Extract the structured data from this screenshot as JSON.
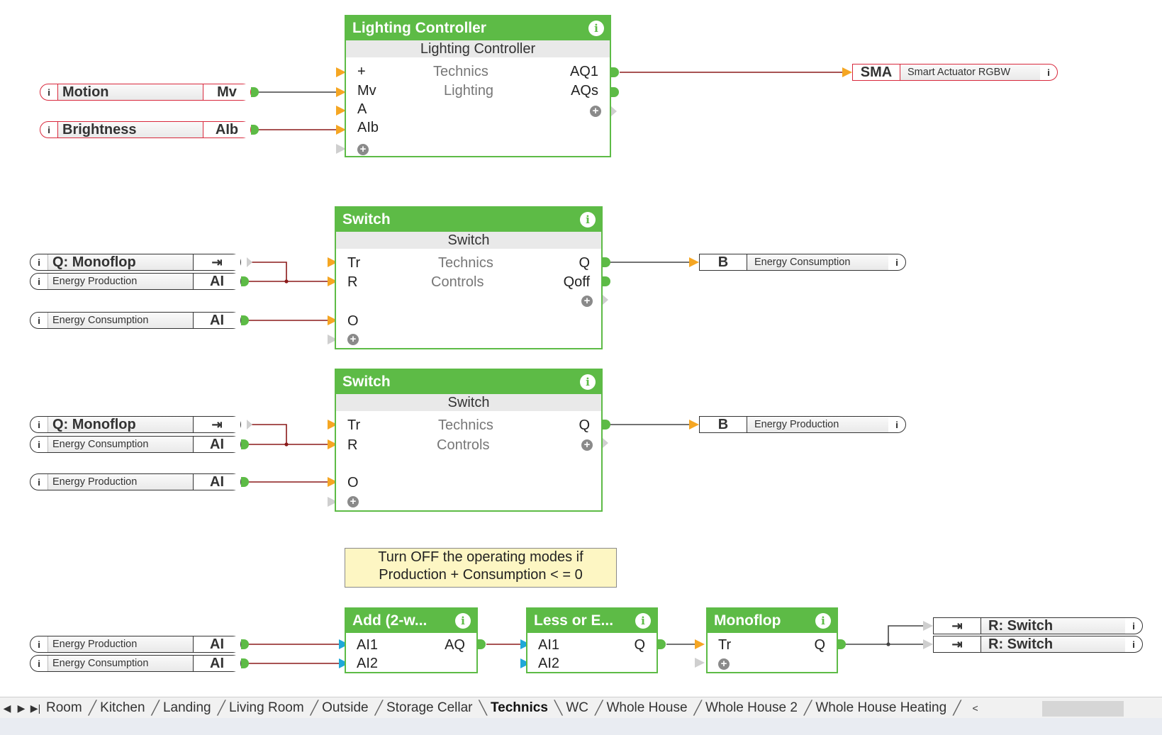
{
  "inputs": {
    "motion": {
      "label": "Motion",
      "type": "Mv",
      "icon": "info-icon"
    },
    "brightness": {
      "label": "Brightness",
      "type": "AIb",
      "icon": "info-icon"
    },
    "sw1_monoflop": {
      "label": "Q: Monoflop",
      "type_icon": "exit-icon"
    },
    "sw1_prod": {
      "label": "Energy Production",
      "type": "AI"
    },
    "sw1_cons": {
      "label": "Energy Consumption",
      "type": "AI"
    },
    "sw2_monoflop": {
      "label": "Q: Monoflop",
      "type_icon": "exit-icon"
    },
    "sw2_cons": {
      "label": "Energy Consumption",
      "type": "AI"
    },
    "sw2_prod": {
      "label": "Energy Production",
      "type": "AI"
    },
    "add_prod": {
      "label": "Energy Production",
      "type": "AI"
    },
    "add_cons": {
      "label": "Energy Consumption",
      "type": "AI"
    },
    "info_glyph": "i",
    "exit_glyph": "⇥"
  },
  "outputs": {
    "sma": {
      "type": "SMA",
      "label": "Smart Actuator RGBW"
    },
    "sw1_out": {
      "type": "B",
      "label": "Energy Consumption"
    },
    "sw2_out": {
      "type": "B",
      "label": "Energy Production"
    },
    "r1": {
      "label": "R: Switch"
    },
    "r2": {
      "label": "R: Switch"
    }
  },
  "blocks": {
    "lighting": {
      "title": "Lighting Controller",
      "subtitle": "Lighting Controller",
      "category": "Technics",
      "group": "Lighting",
      "inputs": [
        "+",
        "Mv",
        "A",
        "AIb"
      ],
      "outputs": [
        "AQ1",
        "AQs"
      ]
    },
    "switch1": {
      "title": "Switch",
      "subtitle": "Switch",
      "category": "Technics",
      "group": "Controls",
      "inputs": [
        "Tr",
        "R",
        "O"
      ],
      "outputs": [
        "Q",
        "Qoff"
      ]
    },
    "switch2": {
      "title": "Switch",
      "subtitle": "Switch",
      "category": "Technics",
      "group": "Controls",
      "inputs": [
        "Tr",
        "R",
        "O"
      ],
      "outputs": [
        "Q"
      ]
    },
    "add": {
      "title": "Add (2-w...",
      "inputs": [
        "AI1",
        "AI2"
      ],
      "outputs": [
        "AQ"
      ]
    },
    "less": {
      "title": "Less or E...",
      "inputs": [
        "AI1",
        "AI2"
      ],
      "outputs": [
        "Q"
      ]
    },
    "monoflop": {
      "title": "Monoflop",
      "inputs": [
        "Tr"
      ],
      "outputs": [
        "Q"
      ]
    }
  },
  "note": {
    "line1": "Turn OFF the operating modes if",
    "line2": "Production + Consumption < = 0"
  },
  "tabs": {
    "items": [
      "Room",
      "Kitchen",
      "Landing",
      "Living Room",
      "Outside",
      "Storage Cellar",
      "Technics",
      "WC",
      "Whole House",
      "Whole House 2",
      "Whole House Heating"
    ],
    "active": "Technics",
    "nav": [
      "◀",
      "▶",
      "▶|"
    ],
    "scroll_left": "<"
  },
  "colors": {
    "block_green": "#5dbb46",
    "wire_red": "#8b1a1a",
    "input_orange": "#f5a623",
    "input_blue": "#1fa8d8",
    "note_yellow": "#fdf6c3"
  }
}
